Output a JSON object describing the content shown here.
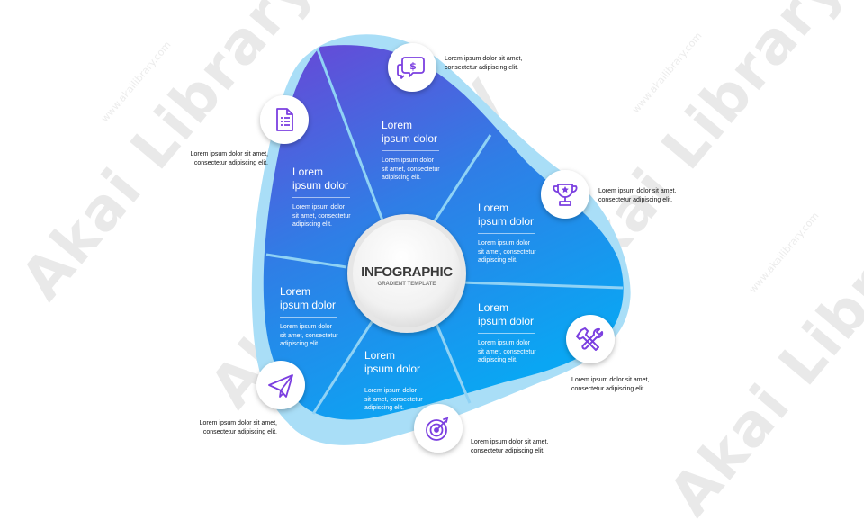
{
  "watermark": {
    "brand": "Akai Library",
    "url": "www.akailibrary.com"
  },
  "center": {
    "title": "INFOGRAPHIC",
    "subtitle": "GRADIENT TEMPLATE"
  },
  "segments": [
    {
      "title_line1": "Lorem",
      "title_line2": "ipsum dolor",
      "desc_line1": "Lorem ipsum dolor",
      "desc_line2": "sit amet, consectetur",
      "desc_line3": "adipiscing elit."
    },
    {
      "title_line1": "Lorem",
      "title_line2": "ipsum dolor",
      "desc_line1": "Lorem ipsum dolor",
      "desc_line2": "sit amet, consectetur",
      "desc_line3": "adipiscing elit."
    },
    {
      "title_line1": "Lorem",
      "title_line2": "ipsum dolor",
      "desc_line1": "Lorem ipsum dolor",
      "desc_line2": "sit amet, consectetur",
      "desc_line3": "adipiscing elit."
    },
    {
      "title_line1": "Lorem",
      "title_line2": "ipsum dolor",
      "desc_line1": "Lorem ipsum dolor",
      "desc_line2": "sit amet, consectetur",
      "desc_line3": "adipiscing elit."
    },
    {
      "title_line1": "Lorem",
      "title_line2": "ipsum dolor",
      "desc_line1": "Lorem ipsum dolor",
      "desc_line2": "sit amet, consectetur",
      "desc_line3": "adipiscing elit."
    },
    {
      "title_line1": "Lorem",
      "title_line2": "ipsum dolor",
      "desc_line1": "Lorem ipsum dolor",
      "desc_line2": "sit amet, consectetur",
      "desc_line3": "adipiscing elit."
    }
  ],
  "callouts": [
    {
      "icon": "money-chat-icon",
      "line1": "Lorem ipsum dolor sit amet,",
      "line2": "consectetur adipiscing elit."
    },
    {
      "icon": "document-list-icon",
      "line1": "Lorem ipsum dolor sit amet,",
      "line2": "consectetur adipiscing elit."
    },
    {
      "icon": "trophy-icon",
      "line1": "Lorem ipsum dolor sit amet,",
      "line2": "consectetur adipiscing elit."
    },
    {
      "icon": "tools-icon",
      "line1": "Lorem ipsum dolor sit amet,",
      "line2": "consectetur adipiscing elit."
    },
    {
      "icon": "paper-plane-icon",
      "line1": "Lorem ipsum dolor sit amet,",
      "line2": "consectetur adipiscing elit."
    },
    {
      "icon": "target-icon",
      "line1": "Lorem ipsum dolor sit amet,",
      "line2": "consectetur adipiscing elit."
    }
  ],
  "colors": {
    "gradient_top": "#6a46d6",
    "gradient_mid": "#2f7ee6",
    "gradient_bottom": "#0aa6f3",
    "outer_blob": "#a9def7",
    "icon_purple": "#7b3fe0",
    "divider": "#8fd2f5"
  }
}
